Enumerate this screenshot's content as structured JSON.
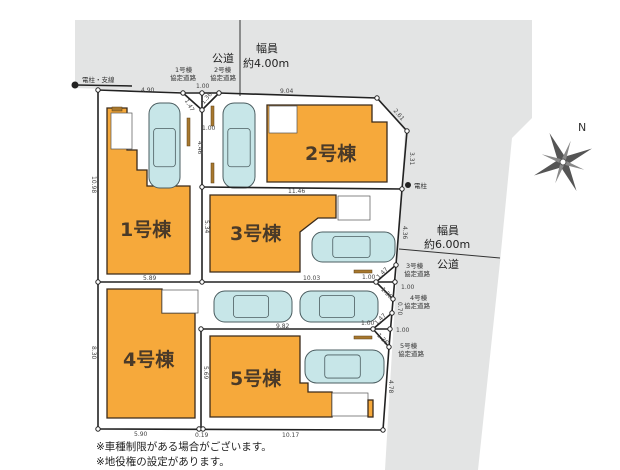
{
  "roads": {
    "north": {
      "label": "公道",
      "width_label": "幅員",
      "width_value": "約4.00m"
    },
    "east": {
      "label": "公道",
      "width_label": "幅員",
      "width_value": "約6.00m"
    }
  },
  "compass": {
    "label": "N"
  },
  "utility": {
    "pole_with_guy": "電柱・支線",
    "pole": "電柱"
  },
  "buildings": [
    {
      "label": "1号棟"
    },
    {
      "label": "2号棟"
    },
    {
      "label": "3号棟"
    },
    {
      "label": "4号棟"
    },
    {
      "label": "5号棟"
    }
  ],
  "agreement_roads": {
    "lot1": [
      "1号棟",
      "協定道路"
    ],
    "lot2": [
      "2号棟",
      "協定道路"
    ],
    "lot3": [
      "3号棟",
      "協定道路"
    ],
    "lot4": [
      "4号棟",
      "協定道路"
    ],
    "lot5": [
      "5号棟",
      "協定道路"
    ]
  },
  "dimensions": {
    "top_left": "4.90",
    "top_right": "9.04",
    "top_gap": "1.00",
    "top_diag_left": "1.47",
    "top_diag_right": "1.36",
    "top_inner": "1.00",
    "corner_ne": "2.61",
    "east_upper": "3.31",
    "lot1_right": "4.46",
    "lot1_left": "10.98",
    "lot2_bottom": "11.46",
    "lot3_left": "5.34",
    "east_mid": "4.36",
    "lot1_bottom": "5.89",
    "lot3_bottom": "10.03",
    "mid_a": "1.00",
    "mid_b": "1.00",
    "mid_diag_a": "1.47",
    "mid_diag_b": "1.36",
    "mid_diag_c": "0.70",
    "mid_c": "1.00",
    "mid_d": "1.00",
    "mid_diag_d": "1.47",
    "mid_diag_e": "1.36",
    "lot4_right": "9.82",
    "lot4_left": "8.30",
    "lot5_left": "5.69",
    "east_lower": "4.78",
    "lot4_bottom": "5.90",
    "bottom_gap": "0.19",
    "lot5_bottom": "10.17"
  },
  "notes": [
    "※車種制限がある場合がございます。",
    "※地役権の設定があります。"
  ],
  "colors": {
    "building": "#F6A93B",
    "road": "#E3E4E4",
    "car": "#C7E6E8"
  }
}
